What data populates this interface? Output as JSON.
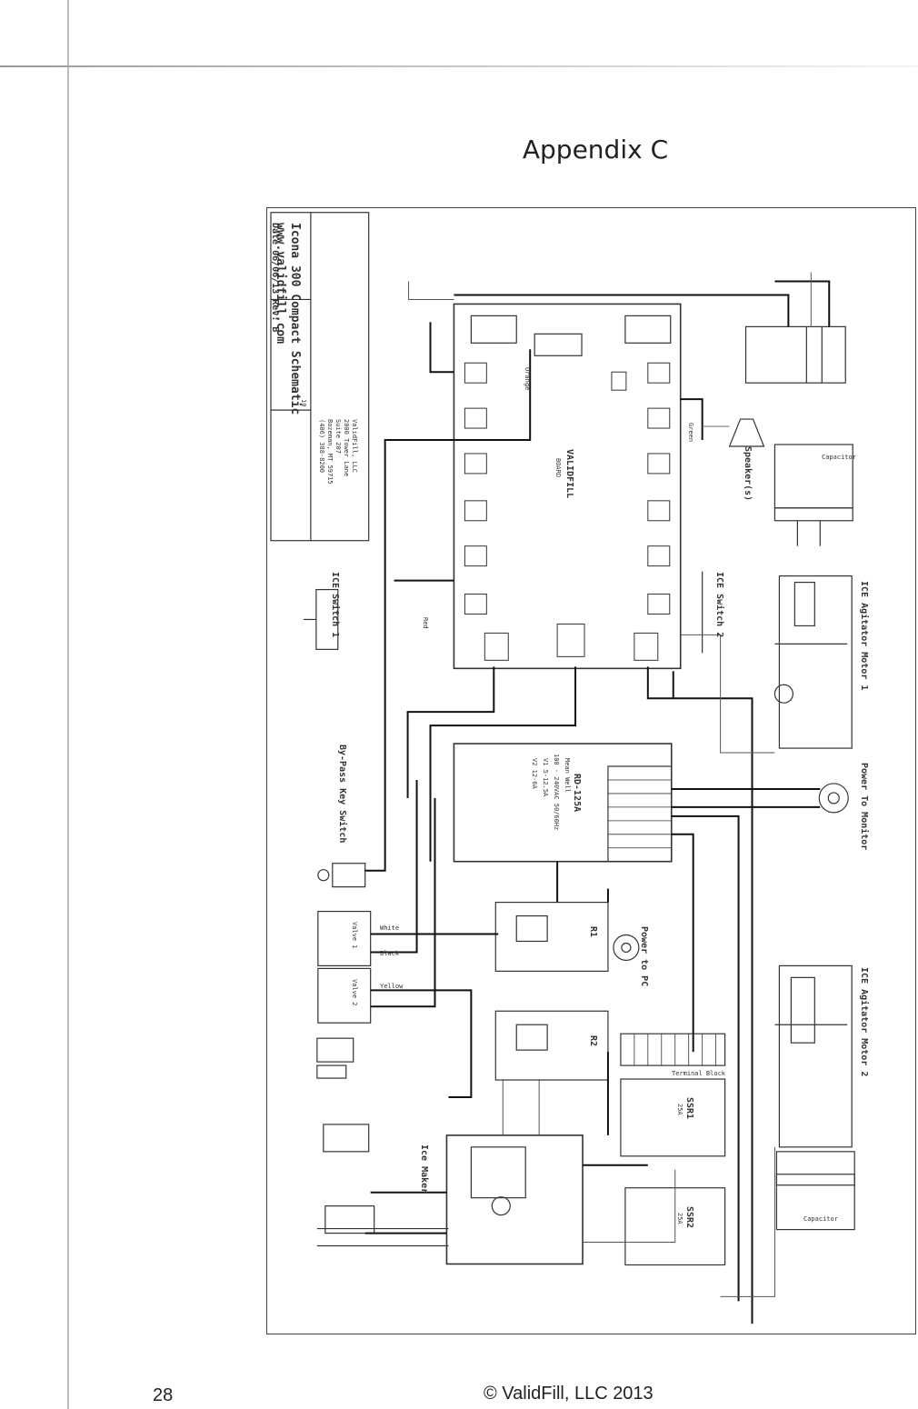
{
  "page": {
    "heading": "Appendix C",
    "page_number": "28",
    "footer": "© ValidFill, LLC 2013"
  },
  "schematic": {
    "title_block": {
      "title": "Icona 300 Compact Schematic",
      "website": "www.validfill.com",
      "date_rev": "Date 06/06/13 Rev: B",
      "company": "ValidFill, LLC",
      "address_1": "2000 Tower Lane",
      "address_2": "Suite 207",
      "city": "Bozeman, MT 59715",
      "phone": "(406) 388-8200",
      "sheet": "10"
    },
    "labels": {
      "main_board": "VALIDFILL",
      "main_board_sub": "BOARD",
      "speaker": "Speaker(s)",
      "capacitor_top": "Capacitor",
      "capacitor_bottom": "Capacitor",
      "ice_switch_1": "ICE Switch 1",
      "ice_switch_2": "ICE Switch 2",
      "agitator_1": "ICE Agitator Motor 1",
      "agitator_2": "ICE Agitator Motor 2",
      "bypass_key": "By-Pass Key Switch",
      "power_supply_title": "RD-125A",
      "power_supply_sub": "Mean Well",
      "power_supply_spec": "100 - 240VAC 50/60Hz",
      "power_supply_out1": "V1 5-12.5A",
      "power_supply_out2": "V2 12-6A",
      "power_to_monitor": "Power To Monitor",
      "power_to_pc": "Power to PC",
      "ice_maker": "Ice Maker",
      "terminal_strip": "Terminal Block",
      "relay_1": "R1",
      "relay_2": "R2",
      "ssr_1_title": "SSR1",
      "ssr_1_sub": "25A",
      "ssr_2_title": "SSR2",
      "ssr_2_sub": "25A",
      "valve_1": "Valve 1",
      "valve_2": "Valve 2",
      "wire_white": "White",
      "wire_black": "Black",
      "wire_red": "Red",
      "wire_green": "Green",
      "wire_orange": "Orange",
      "wire_yellow": "Yellow"
    }
  },
  "colors": {
    "frame": "#444444",
    "wire": "#1a1a1a",
    "component": "#555555",
    "label": "#333333"
  }
}
